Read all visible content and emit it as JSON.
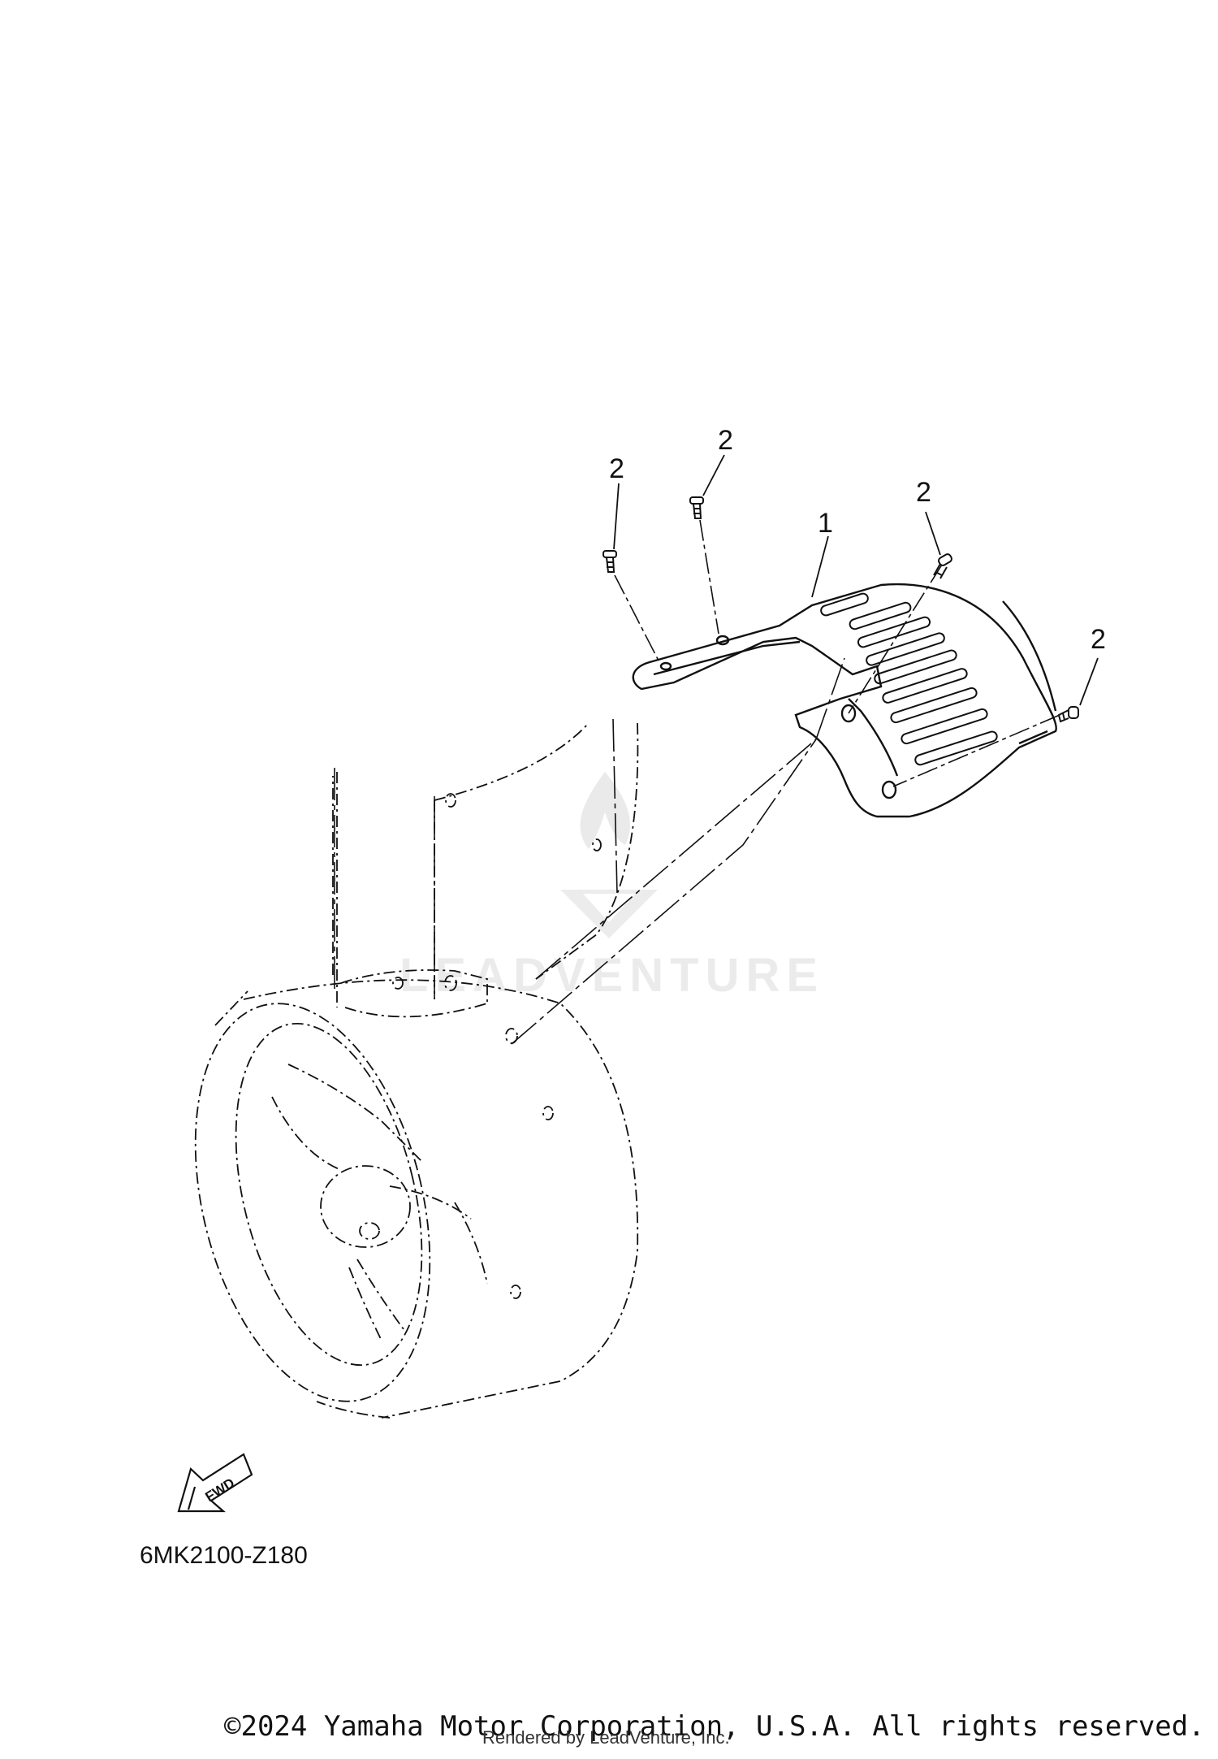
{
  "diagram": {
    "callouts": [
      {
        "id": "c1",
        "label": "1"
      },
      {
        "id": "c2a",
        "label": "2"
      },
      {
        "id": "c2b",
        "label": "2"
      },
      {
        "id": "c2c",
        "label": "2"
      },
      {
        "id": "c2d",
        "label": "2"
      }
    ],
    "fwd_label": "FWD",
    "part_code": "6MK2100-Z180",
    "watermark": "LEADVENTURE",
    "line_color": "#111111",
    "watermark_color": "#d9d9d9"
  },
  "footer": {
    "copyright": "©2024 Yamaha Motor Corporation, U.S.A. All rights reserved.",
    "rendered_by": "Rendered by LeadVenture, Inc."
  }
}
